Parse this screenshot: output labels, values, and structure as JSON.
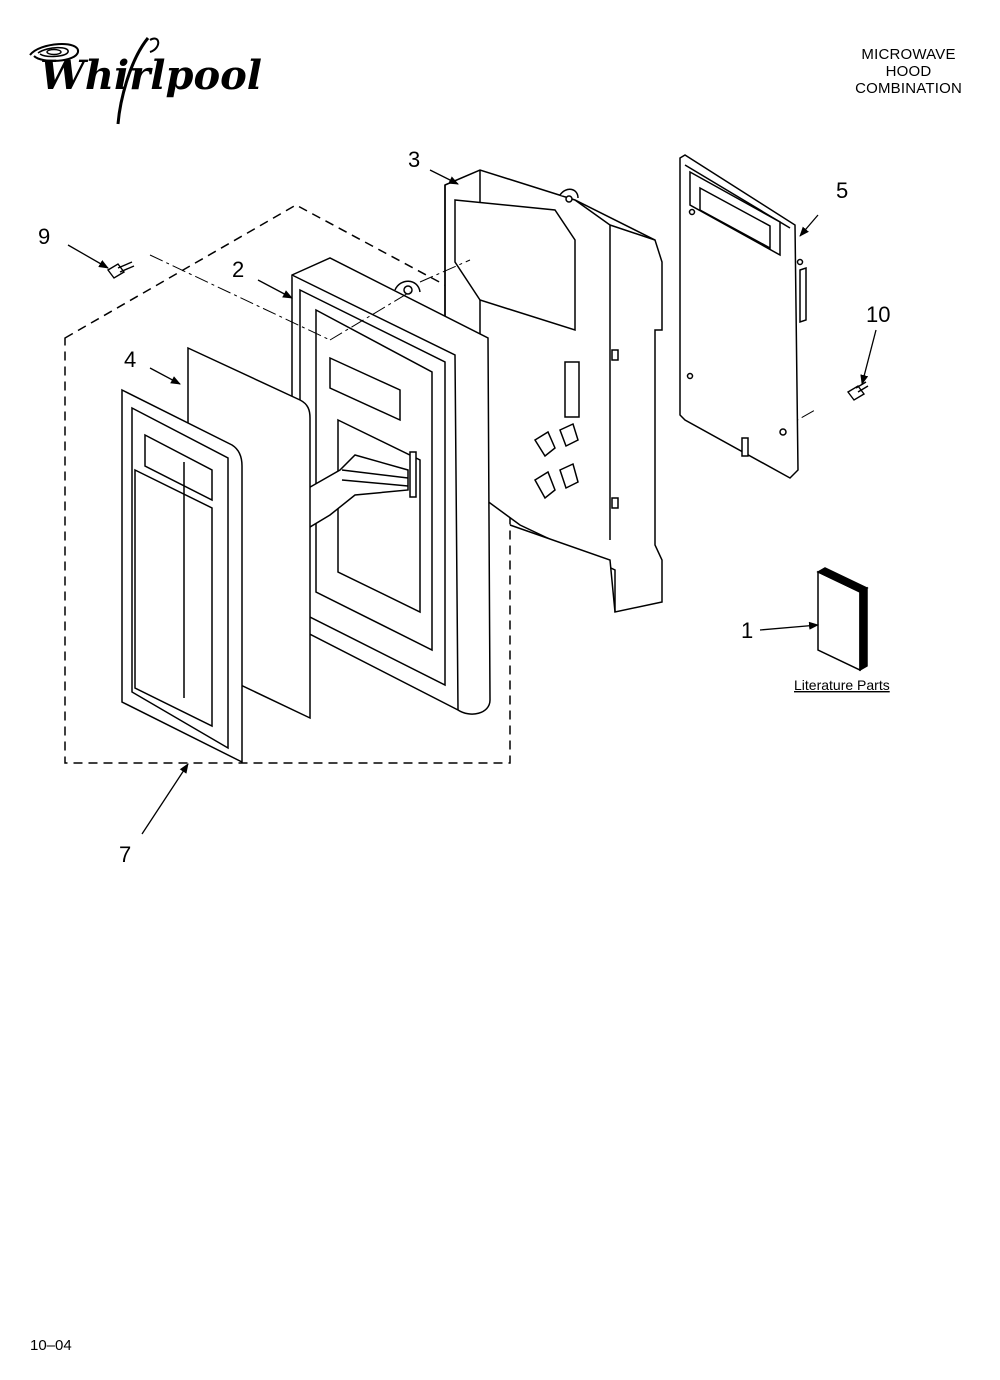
{
  "brand": {
    "name": "Whirlpool"
  },
  "header": {
    "line1": "MICROWAVE",
    "line2": "HOOD",
    "line3": "COMBINATION"
  },
  "callouts": {
    "c1": "1",
    "c2": "2",
    "c3": "3",
    "c4": "4",
    "c5": "5",
    "c7": "7",
    "c9": "9",
    "c10": "10"
  },
  "literature_label": "Literature Parts",
  "footer": {
    "code": "10–04"
  },
  "colors": {
    "ink": "#000000",
    "paper": "#ffffff"
  }
}
